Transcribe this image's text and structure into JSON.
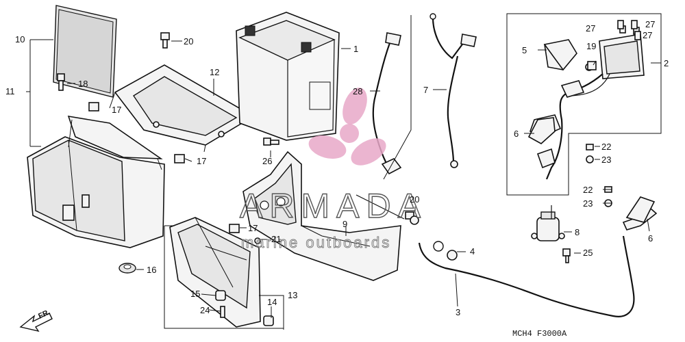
{
  "callouts": {
    "c1": "1",
    "c2": "2",
    "c3": "3",
    "c4": "4",
    "c5": "5",
    "c6a": "6",
    "c6b": "6",
    "c7": "7",
    "c8": "8",
    "c9": "9",
    "c10": "10",
    "c11": "11",
    "c12": "12",
    "c13": "13",
    "c14": "14",
    "c15": "15",
    "c16": "16",
    "c17a": "17",
    "c17b": "17",
    "c17c": "17",
    "c18": "18",
    "c19": "19",
    "c20a": "20",
    "c20b": "20",
    "c21": "21",
    "c22a": "22",
    "c22b": "22",
    "c23a": "23",
    "c23b": "23",
    "c24": "24",
    "c25": "25",
    "c26": "26",
    "c27a": "27",
    "c27b": "27",
    "c27c": "27",
    "c28": "28"
  },
  "diagram_code": "MCH4  F3000A",
  "front_label": "FR.",
  "watermark": {
    "brand": "ARMADA",
    "tagline": "marine outboards",
    "color": "#e8a8c8"
  }
}
